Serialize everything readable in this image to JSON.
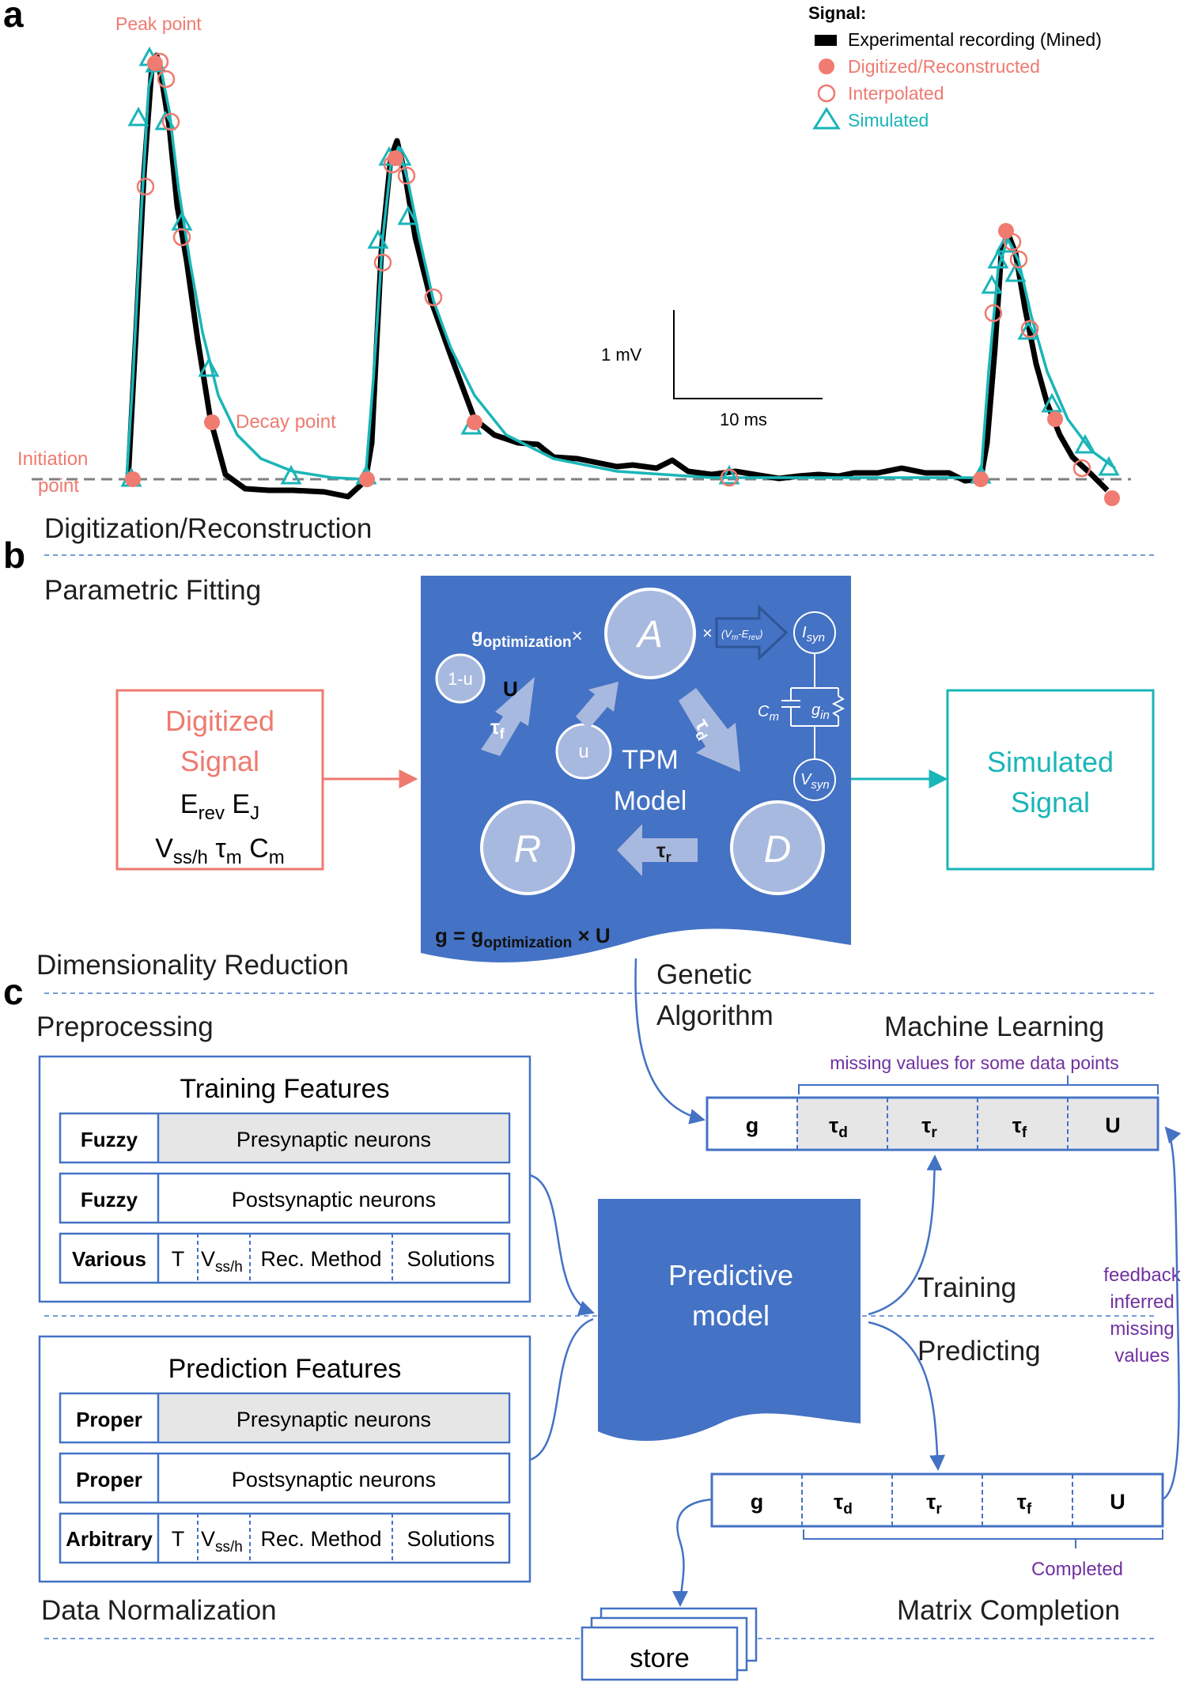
{
  "panels": {
    "a": "a",
    "b": "b",
    "c": "c"
  },
  "panel_a": {
    "legend": {
      "title": "Signal:",
      "experimental": "Experimental recording (Mined)",
      "digitized": "Digitized/Reconstructed",
      "interpolated": "Interpolated",
      "simulated": "Simulated"
    },
    "annotations": {
      "peak": "Peak point",
      "decay": "Decay point",
      "initiation_line1": "Initiation",
      "initiation_line2": "point"
    },
    "scalebar": {
      "vertical": "1 mV",
      "horizontal": "10 ms"
    },
    "colors": {
      "experimental": "#000000",
      "digitized": "#f07b70",
      "simulated": "#1ab5b8",
      "baseline": "#808080"
    }
  },
  "stages": {
    "digitization": "Digitization/Reconstruction",
    "parametric": "Parametric Fitting",
    "dimensionality": "Dimensionality Reduction",
    "preprocessing": "Preprocessing",
    "normalization": "Data Normalization",
    "matrix_completion": "Matrix Completion",
    "machine_learning": "Machine Learning"
  },
  "panel_b": {
    "digitized_box": {
      "title1": "Digitized",
      "title2": "Signal",
      "line1_main": "E",
      "line1_sub": "rev",
      "line1_main2": " E",
      "line1_sub2": "J",
      "line2_main": "V",
      "line2_sub": "ss/h",
      "line2_tau": " τ",
      "line2_tau_sub": "m",
      "line2_c": " C",
      "line2_c_sub": "m"
    },
    "tpm": {
      "g_opt": "g",
      "g_opt_sub": "optimization",
      "times": "×",
      "node_A": "A",
      "node_R": "R",
      "node_D": "D",
      "node_u": "u",
      "node_1u": "1-u",
      "model_line1": "TPM",
      "model_line2": "Model",
      "tau_d": "τ",
      "tau_d_sub": "d",
      "tau_r": "τ",
      "tau_r_sub": "r",
      "tau_f": "τ",
      "tau_f_sub": "f",
      "U": "U",
      "vm_erev": "(V",
      "vm_sub": "m",
      "erev_mid": "-E",
      "erev_sub": "rev",
      "close": ")",
      "isyn": "I",
      "isyn_sub": "syn",
      "vsyn": "V",
      "vsyn_sub": "syn",
      "cm": "C",
      "cm_sub": "m",
      "gin": "g",
      "gin_sub": "in",
      "eq_g": "g = g",
      "eq_sub": "optimization",
      "eq_tail": " × U"
    },
    "simulated_box": {
      "line1": "Simulated",
      "line2": "Signal"
    },
    "genetic_line1": "Genetic",
    "genetic_line2": "Algorithm"
  },
  "panel_c": {
    "training_features": {
      "title": "Training Features",
      "rows": [
        {
          "label": "Fuzzy",
          "value": "Presynaptic neurons"
        },
        {
          "label": "Fuzzy",
          "value": "Postsynaptic neurons"
        }
      ],
      "various": {
        "label": "Various",
        "t": "T",
        "v": "V",
        "v_sub": "ss/h",
        "rec": "Rec. Method",
        "sol": "Solutions"
      }
    },
    "prediction_features": {
      "title": "Prediction Features",
      "rows": [
        {
          "label": "Proper",
          "value": "Presynaptic neurons"
        },
        {
          "label": "Proper",
          "value": "Postsynaptic neurons"
        }
      ],
      "arbitrary": {
        "label": "Arbitrary",
        "t": "T",
        "v": "V",
        "v_sub": "ss/h",
        "rec": "Rec. Method",
        "sol": "Solutions"
      }
    },
    "predictive_model": {
      "line1": "Predictive",
      "line2": "model"
    },
    "training": "Training",
    "predicting": "Predicting",
    "missing_note": "missing values for some data points",
    "completed": "Completed",
    "feedback": [
      "feedback",
      "inferred",
      "missing",
      "values"
    ],
    "matrix_cols": [
      "g",
      "τ",
      "τ",
      "τ",
      "U"
    ],
    "matrix_subs": [
      "",
      "d",
      "r",
      "f",
      ""
    ],
    "store": "store"
  }
}
